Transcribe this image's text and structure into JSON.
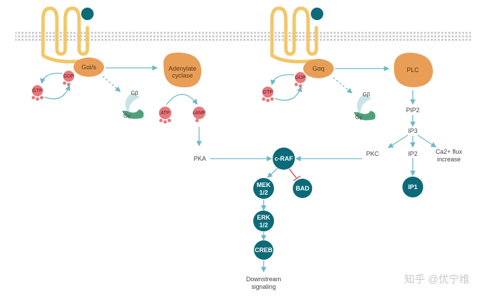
{
  "colors": {
    "membrane": "#d0d0d0",
    "receptor": "#f2c769",
    "ligand": "#0d6a78",
    "g_alpha": "#e89e56",
    "gdp_gtp": "#e8777b",
    "g_beta": "#c9e4e8",
    "g_gamma": "#4fa07a",
    "arrow": "#6cb8c9",
    "node_dark": "#0d6a78",
    "inhibit": "#d3626a"
  },
  "left": {
    "g_alpha": "Gαi/s",
    "gdp": "GDP",
    "gtp": "GTP",
    "g_beta": "Gβ",
    "g_gamma": "Gγ",
    "effector": "Adenylate cyclase",
    "atp": "ATP",
    "camp": "cAMP",
    "pka": "PKA"
  },
  "right": {
    "g_alpha": "Gαq",
    "gdp": "GDP",
    "gtp": "GTP",
    "g_beta": "Gβ",
    "g_gamma": "Gγ",
    "effector": "PLC",
    "pip2": "PIP2",
    "ip3": "IP3",
    "pkc": "PKC",
    "ip2": "IP2",
    "ca_flux_1": "Ca2+ flux",
    "ca_flux_2": "increase",
    "ip1": "IP1"
  },
  "cascade": {
    "craf": "c-RAF",
    "bad": "BAD",
    "mek_1": "MEK",
    "mek_2": "1/2",
    "erk_1": "ERK",
    "erk_2": "1/2",
    "creb": "CREB",
    "downstream_1": "Downstream",
    "downstream_2": "signaling"
  },
  "watermark": "知乎 @优宁维"
}
